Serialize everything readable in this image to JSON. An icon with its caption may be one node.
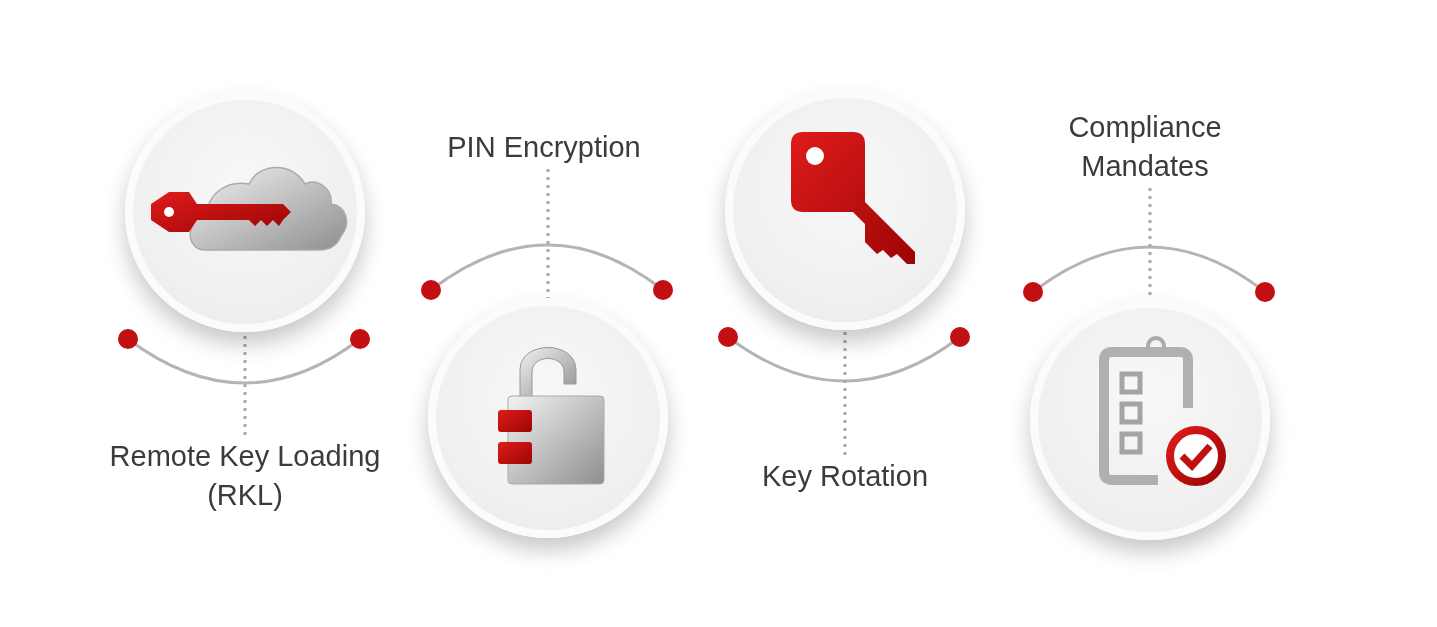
{
  "diagram": {
    "nodes": [
      {
        "text": [
          "Remote Key Loading (RKL)"
        ]
      },
      {
        "text": [
          "PIN Encryption"
        ]
      },
      {
        "text": [
          "Key Rotation"
        ]
      },
      {
        "text": [
          "Compliance Mandates"
        ]
      },
      {
        "text": [],
        "shape": "circle"
      },
      {
        "text": [],
        "shape": "circle"
      },
      {
        "text": [],
        "shape": "circle"
      },
      {
        "text": [],
        "shape": "circle"
      }
    ],
    "edges": [
      {
        "from": 0,
        "to": 4,
        "arrow": "none",
        "style": "dashed"
      },
      {
        "from": 1,
        "to": 5,
        "arrow": "none",
        "style": "dashed"
      },
      {
        "from": 2,
        "to": 6,
        "arrow": "none",
        "style": "dashed"
      },
      {
        "from": 3,
        "to": 7,
        "arrow": "none",
        "style": "dashed"
      }
    ]
  }
}
